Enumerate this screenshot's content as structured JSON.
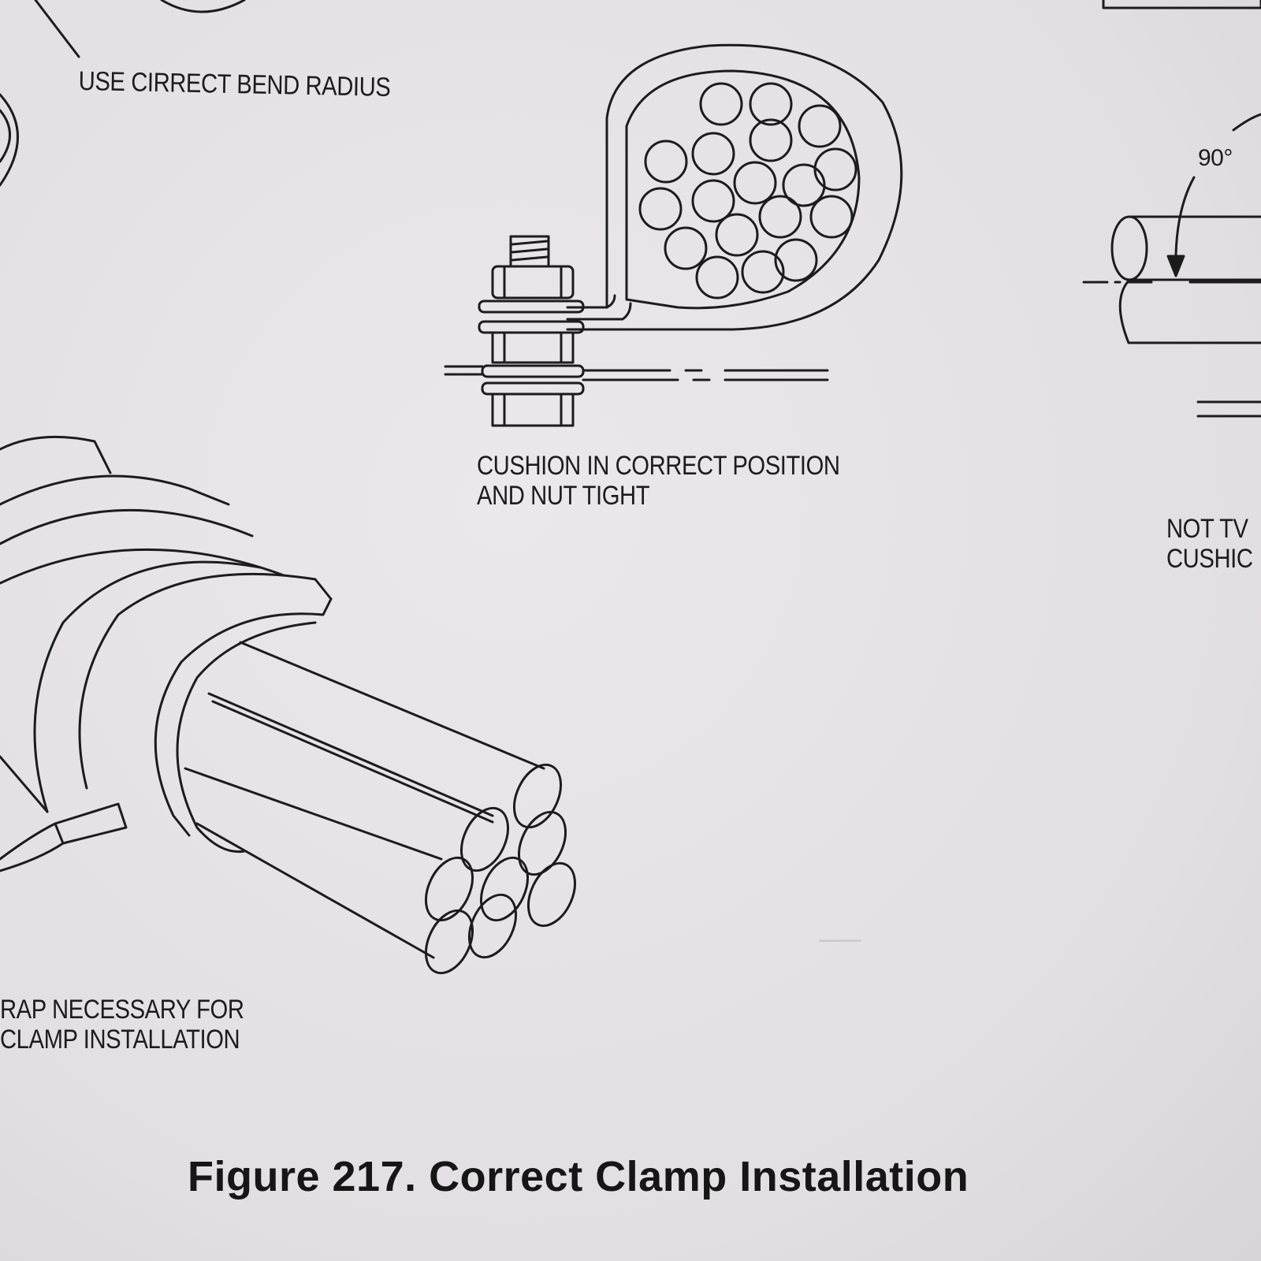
{
  "labels": {
    "bend_radius": "USE CIRRECT BEND RADIUS",
    "cushion_line1": "CUSHION IN CORRECT POSITION",
    "cushion_line2": "AND NUT TIGHT",
    "strap_line1": "RAP NECESSARY FOR",
    "strap_line2": "CLAMP INSTALLATION",
    "not_line1": "NOT TV",
    "not_line2": "CUSHIC",
    "angle": "90°"
  },
  "caption": "Figure 217.  Correct Clamp Installation",
  "colors": {
    "ink": "#1c1c1c",
    "paper": "#e6e3e6"
  }
}
